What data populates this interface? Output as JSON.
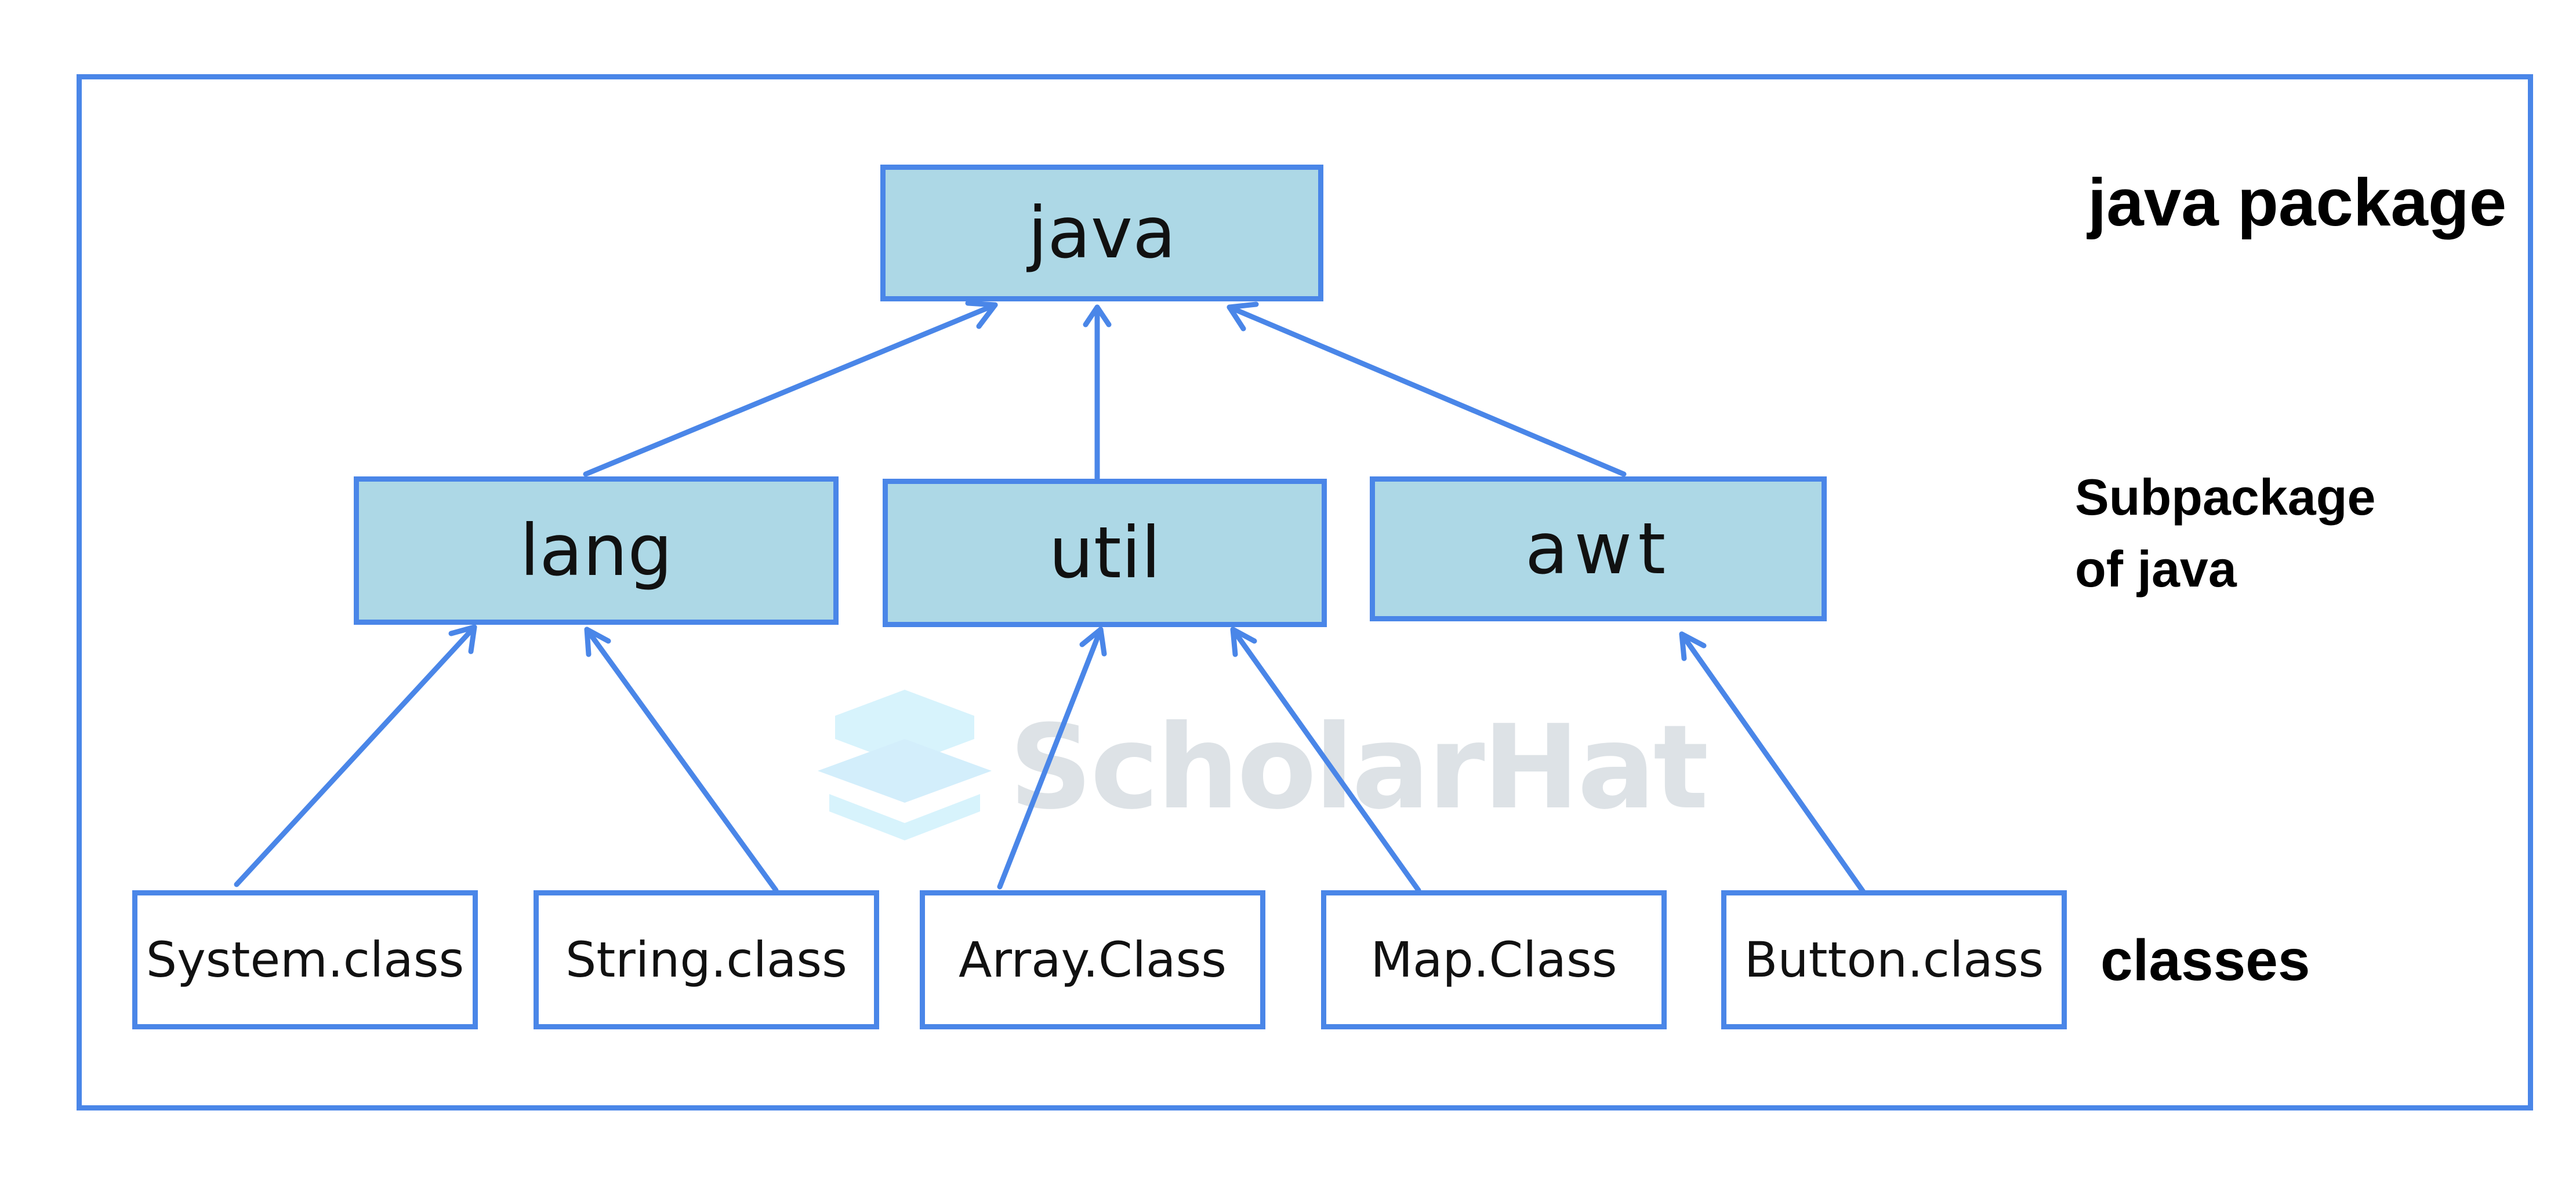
{
  "nodes": {
    "java": "java",
    "lang": "lang",
    "util": "util",
    "awt": "awt",
    "system_class": "System.class",
    "string_class": "String.class",
    "array_class": "Array.Class",
    "map_class": "Map.Class",
    "button_class": "Button.class"
  },
  "labels": {
    "java_package": "java package",
    "subpackage_line1": "Subpackage",
    "subpackage_line2": "of java",
    "classes": "classes"
  },
  "watermark": {
    "text": "ScholarHat"
  },
  "colors": {
    "border": "#4a86e8",
    "package_fill": "#add8e6",
    "class_fill": "#ffffff",
    "watermark_text": "#dde2e6",
    "watermark_logo": "#cdeffb"
  },
  "edges": [
    {
      "from": "lang",
      "to": "java"
    },
    {
      "from": "util",
      "to": "java"
    },
    {
      "from": "awt",
      "to": "java"
    },
    {
      "from": "System.class",
      "to": "lang"
    },
    {
      "from": "String.class",
      "to": "lang"
    },
    {
      "from": "Array.Class",
      "to": "util"
    },
    {
      "from": "Map.Class",
      "to": "util"
    },
    {
      "from": "Button.class",
      "to": "awt"
    }
  ]
}
